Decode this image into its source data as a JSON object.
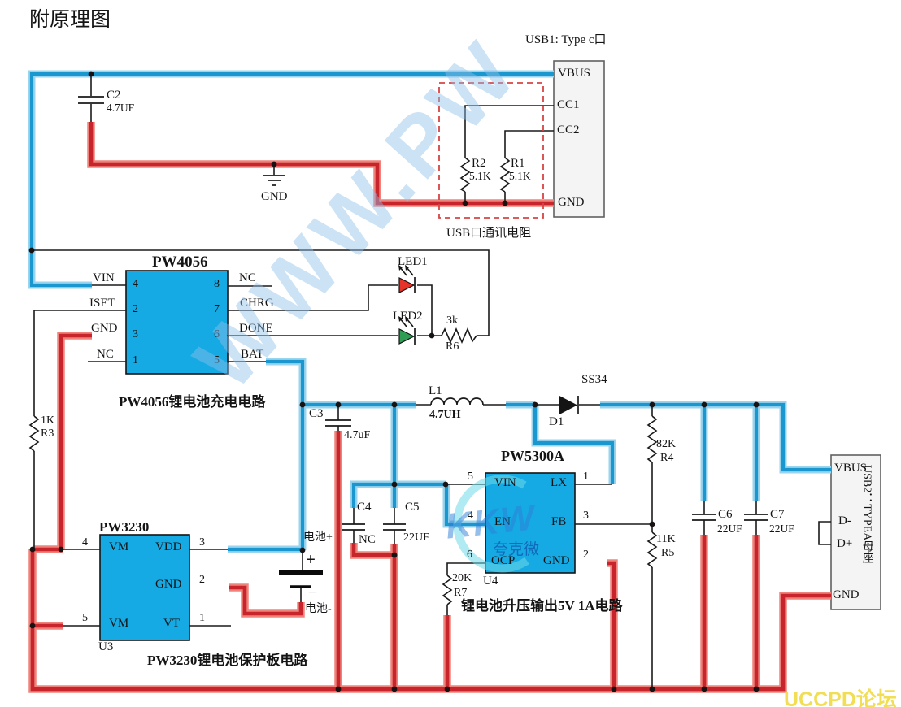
{
  "title": "附原理图",
  "ground_label": "GND",
  "usb1": {
    "title": "USB1: Type c口",
    "pin_vbus": "VBUS",
    "pin_cc1": "CC1",
    "pin_cc2": "CC2",
    "pin_gnd": "GND",
    "dashed_label": "USB口通讯电阻"
  },
  "usb2": {
    "side_label": "USB2：TYPEA母座",
    "pin_vbus": "VBUS",
    "pin_dm": "D-",
    "pin_dp": "D+",
    "pin_gnd": "GND"
  },
  "ic_charger": {
    "name": "PW4056",
    "caption": "PW4056锂电池充电电路",
    "pins_left": [
      {
        "num": "4",
        "label": "VIN"
      },
      {
        "num": "2",
        "label": "ISET"
      },
      {
        "num": "3",
        "label": "GND"
      },
      {
        "num": "1",
        "label": "NC"
      }
    ],
    "pins_right": [
      {
        "num": "8",
        "label": "NC"
      },
      {
        "num": "7",
        "label": "CHRG"
      },
      {
        "num": "6",
        "label": "DONE"
      },
      {
        "num": "5",
        "label": "BAT"
      }
    ]
  },
  "ic_protect": {
    "name": "PW3230",
    "ref": "U3",
    "caption": "PW3230锂电池保护板电路",
    "pins_left": [
      {
        "num": "4",
        "label": "VM"
      },
      {
        "num": "5",
        "label": "VM"
      }
    ],
    "pins_right": [
      {
        "num": "3",
        "label": "VDD"
      },
      {
        "num": "2",
        "label": "GND"
      },
      {
        "num": "1",
        "label": "VT"
      }
    ]
  },
  "ic_boost": {
    "name": "PW5300A",
    "ref": "U4",
    "caption": "锂电池升压输出5V 1A电路",
    "pins_left": [
      {
        "num": "5",
        "label": "VIN"
      },
      {
        "num": "4",
        "label": "EN"
      },
      {
        "num": "6",
        "label": "OCP"
      }
    ],
    "pins_right": [
      {
        "num": "1",
        "label": "LX"
      },
      {
        "num": "3",
        "label": "FB"
      },
      {
        "num": "2",
        "label": "GND"
      }
    ]
  },
  "components": {
    "c2": {
      "ref": "C2",
      "value": "4.7UF"
    },
    "r1": {
      "ref": "R1",
      "value": "5.1K"
    },
    "r2": {
      "ref": "R2",
      "value": "5.1K"
    },
    "r3": {
      "ref": "R3",
      "value": "1K"
    },
    "r4": {
      "ref": "R4",
      "value": "82K"
    },
    "r5": {
      "ref": "R5",
      "value": "11K"
    },
    "r6": {
      "ref": "R6",
      "value": "3k"
    },
    "r7": {
      "ref": "R7",
      "value": "20K"
    },
    "c3": {
      "ref": "C3",
      "value": "4.7uF"
    },
    "c4": {
      "ref": "C4",
      "value": "NC"
    },
    "c5": {
      "ref": "C5",
      "value": "22UF"
    },
    "c6": {
      "ref": "C6",
      "value": "22UF"
    },
    "c7": {
      "ref": "C7",
      "value": "22UF"
    },
    "l1": {
      "ref": "L1",
      "value": "4.7UH"
    },
    "d1": {
      "ref": "D1",
      "value": "SS34"
    },
    "led1": {
      "ref": "LED1"
    },
    "led2": {
      "ref": "LED2"
    },
    "battery": {
      "plus_label": "电池+",
      "minus_label": "电池-",
      "plus_sign": "+",
      "minus_sign": "−"
    }
  },
  "watermarks": {
    "diagonal": "WWW.PW",
    "logo": "KKW",
    "logo_sub": "夸克微",
    "forum": "UCCPD论坛"
  },
  "colors": {
    "wire_blue": "#1B97D0",
    "wire_blue_halo": "#9AD4EE",
    "wire_red": "#C8242B",
    "wire_red_halo": "#EF837B",
    "chip_fill": "#16AAE4",
    "connector_fill": "#F4F4F4",
    "dashed_red": "#D84444",
    "led1_fill": "#E63329",
    "led2_fill": "#2F9E54",
    "watermark_blue": "#8DBEE8",
    "forum_yellow": "#F2DE55"
  }
}
